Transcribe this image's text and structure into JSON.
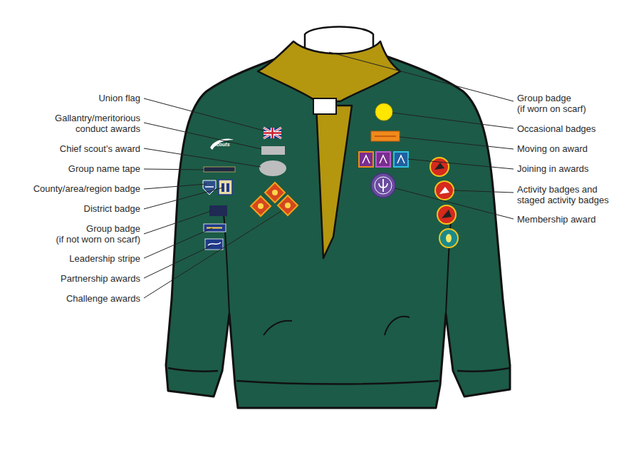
{
  "diagram": {
    "labels": [
      "Union flag",
      "Gallantry/meritorious conduct awards",
      "Chief scout’s award",
      "Group name tape",
      "County/area/region badge",
      "District badge",
      "Group badge (if not worn on scarf)",
      "Leadership stripe",
      "Partnership awards",
      "Challenge awards",
      "scouts",
      "Group badge (if worn on scarf)",
      "Occasional badges",
      "Moving on award",
      "Joining in awards",
      "Activity badges and staged activity badges",
      "Membership award"
    ]
  }
}
